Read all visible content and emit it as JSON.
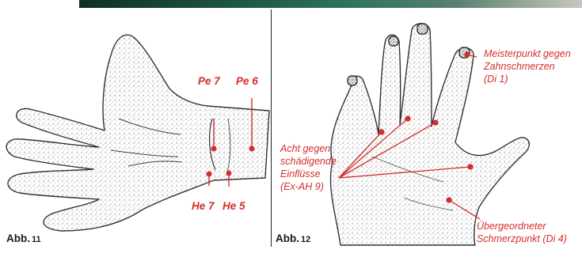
{
  "figure_11": {
    "caption_prefix": "Abb.",
    "caption_number": "11",
    "points": [
      "Pe 7",
      "Pe 6",
      "He 7",
      "He 5"
    ]
  },
  "figure_12": {
    "caption_prefix": "Abb.",
    "caption_number": "12",
    "labels": {
      "meister": [
        "Meisterpunkt gegen",
        "Zahnschmerzen",
        "(Di 1)"
      ],
      "acht": [
        "Acht gegen",
        "schädigende",
        "Einflüsse",
        "(Ex-AH 9)"
      ],
      "schmerz": [
        "Übergeordneter",
        "Schmerzpunkt (Di 4)"
      ]
    }
  },
  "colors": {
    "label": "#d42d2d",
    "caption": "#1a1a1a"
  }
}
